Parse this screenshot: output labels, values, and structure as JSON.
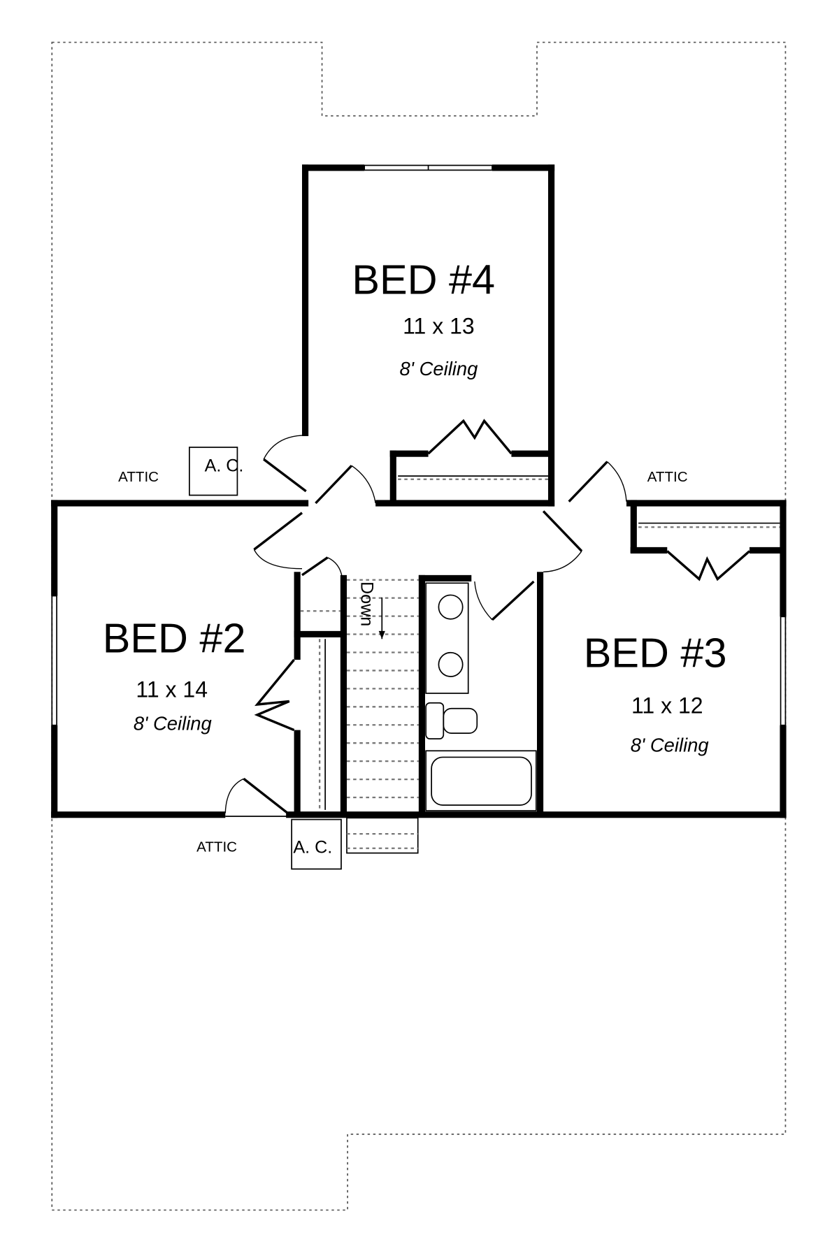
{
  "rooms": [
    {
      "name": "BED #4",
      "size": "11 x 13",
      "ceiling": "8' Ceiling"
    },
    {
      "name": "BED #2",
      "size": "11 x 14",
      "ceiling": "8' Ceiling"
    },
    {
      "name": "BED #3",
      "size": "11 x 12",
      "ceiling": "8' Ceiling"
    }
  ],
  "labels": {
    "attic": "ATTIC",
    "ac": "A. C.",
    "stairs": "Down"
  }
}
